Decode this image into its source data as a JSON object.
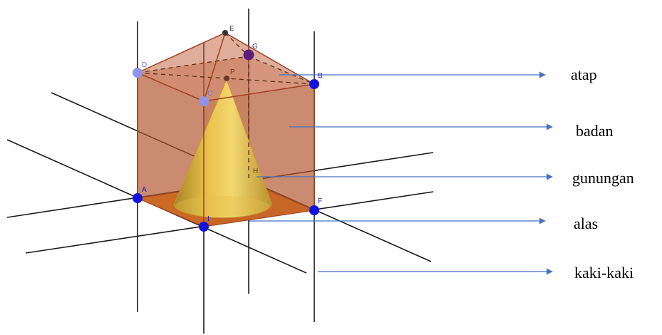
{
  "labels": {
    "atap": "atap",
    "badan": "badan",
    "gunungan": "gunungan",
    "alas": "alas",
    "kaki": "kaki-kaki"
  },
  "points": {
    "E": "E",
    "G": "G",
    "D": "D",
    "B": "B",
    "C": "C",
    "P": "P",
    "H": "H",
    "A": "A",
    "F": "F",
    "I": "I"
  },
  "colors": {
    "body_fill": "#b3552e",
    "base_fill": "#e07a1c",
    "edge": "#a0401f",
    "cone_light": "#f0cb55",
    "cone_dark": "#b58f2c",
    "arrow": "#4472c4",
    "point_blue": "#1212e0",
    "point_light": "#8e94ec",
    "point_purple": "#5a1f7a"
  }
}
